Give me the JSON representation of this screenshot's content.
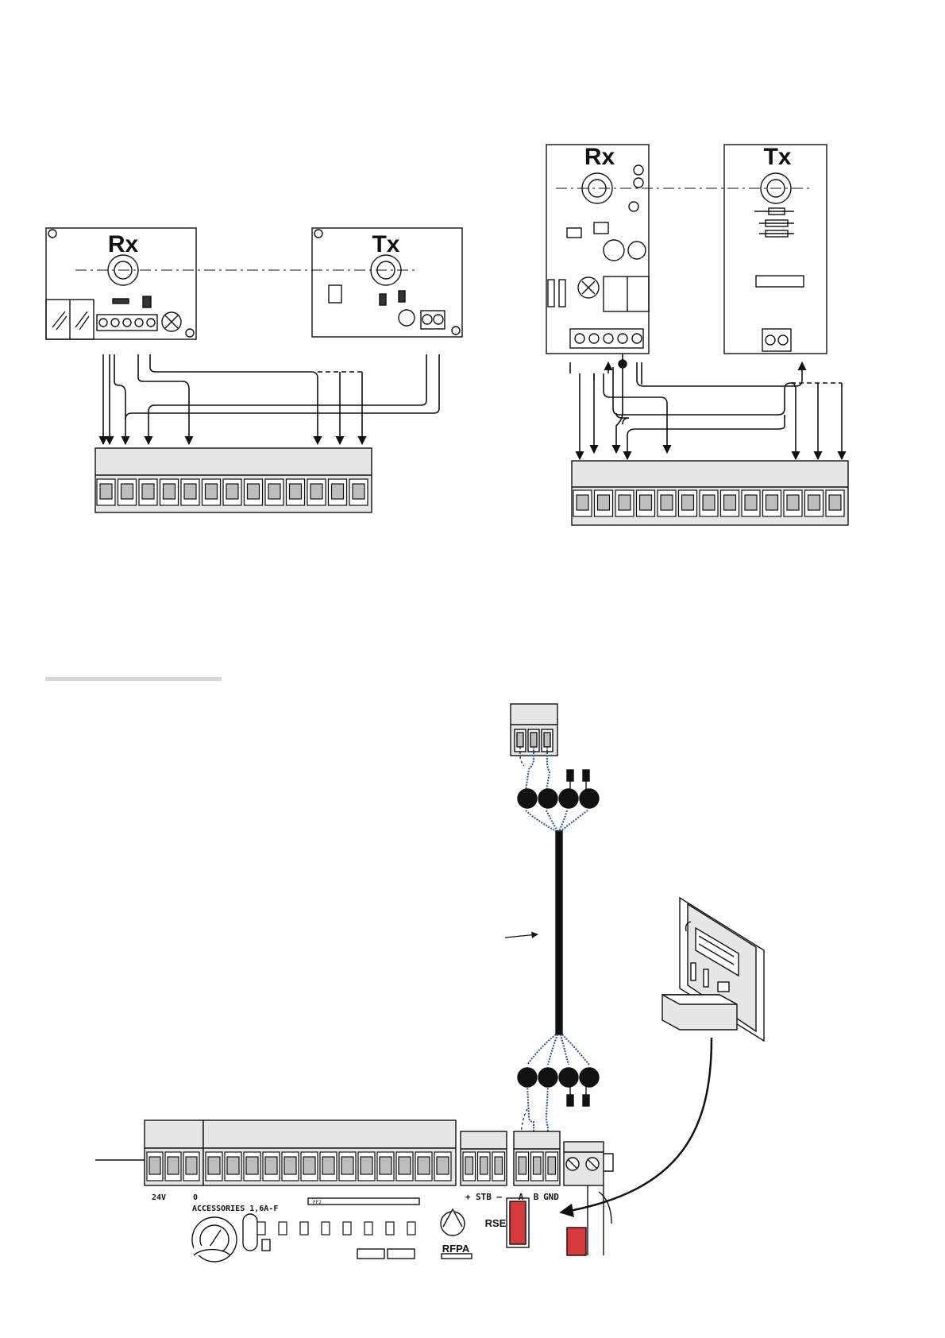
{
  "diagram": {
    "top_left": {
      "rx_label": "Rx",
      "tx_label": "Tx"
    },
    "top_right": {
      "rx_label": "Rx",
      "tx_label": "Tx"
    },
    "board": {
      "label_24v": "24V",
      "label_0": "0",
      "label_accessories": "ACCESSORIES 1,6A-F",
      "label_stb": "+  STB  –",
      "label_a": "A",
      "label_b": "B",
      "label_gnd": "GND",
      "label_rse": "RSE",
      "label_rfpa": "RFPA",
      "label_fuse_small": "FF2"
    }
  }
}
